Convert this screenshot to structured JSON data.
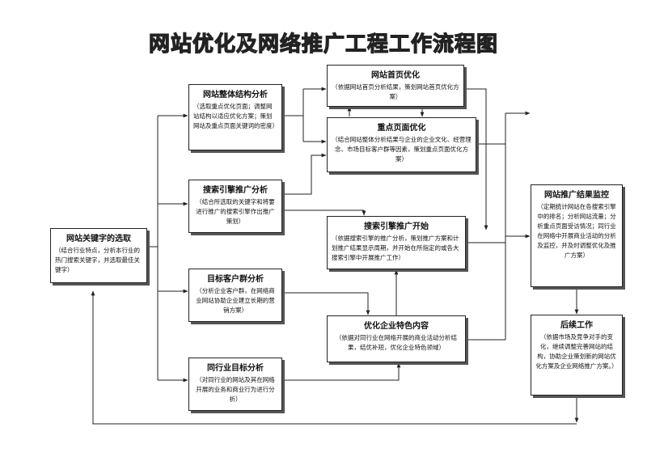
{
  "title": "网站优化及网络推广工程工作流程图",
  "nodes": {
    "keyword": {
      "title": "网站关键字的选取",
      "body": "（结合行业特点，分析本行业的热门搜索关键字，并选取最佳关键字）"
    },
    "structure": {
      "title": "网站整体结构分析",
      "body": "（选取重点优化页面；调整网站结构以适应优化方案；策划网站及重点页面关键词的密度）"
    },
    "seo_analysis": {
      "title": "搜索引擎推广分析",
      "body": "（结合所选取的关键字和将要进行推广的搜索引擎作出推广策划）"
    },
    "customer": {
      "title": "目标客户群分析",
      "body": "（分析企业客户群，在网络商业网站协助企业建立长期的营销方案）"
    },
    "competitor": {
      "title": "同行业目标分析",
      "body": "（对同行业的网站及其在网络开展的业务和商业行为进行分析）"
    },
    "homepage": {
      "title": "网站首页优化",
      "body": "（依据网站首页分析结果，策划网站首页优化方案）"
    },
    "keypage": {
      "title": "重点页面优化",
      "body": "（结合网站整体分析结果与企业的企业文化、经营理念、市场目标客户群等因素，策划重点页面优化方案）"
    },
    "seo_start": {
      "title": "搜索引擎推广开始",
      "body": "（依据搜索引擎的推广分析，策划推广方案和计划推广结果显示周期，并开始在所指定的或各大搜索引擎中开展推广工作）"
    },
    "features": {
      "title": "优化企业特色内容",
      "body": "（依据对同行业在网络开展的商业活动分析结果，结优补短，优化企业特色领域）"
    },
    "monitor": {
      "title": "网站推广结果监控",
      "body": "（定期统计网站在各搜索引擎中的排名；分析网站流量；分析重点页面受访情况；同行业在网络中开展商业活动的分析及监控，并及时调整优化及推广方案）"
    },
    "followup": {
      "title": "后续工作",
      "body": "（依据市场及竞争对手的变化，继续调整完善网站的结构，协助企业策划新的网站优化方案及企业网络推广方案。）"
    }
  }
}
